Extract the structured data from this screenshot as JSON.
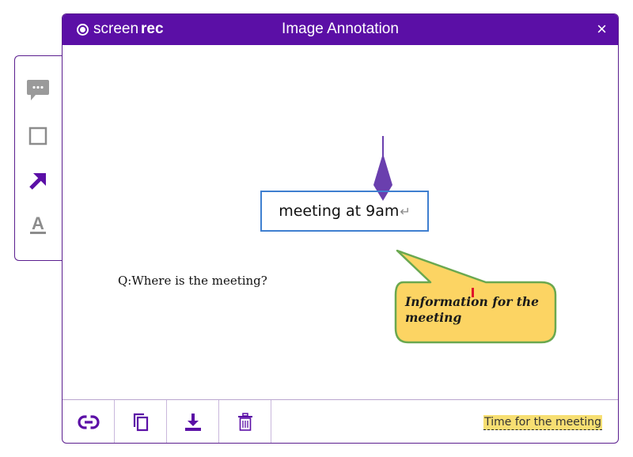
{
  "window": {
    "title": "Image Annotation",
    "brand_light": "screen",
    "brand_bold": "rec",
    "close_label": "×"
  },
  "tools": [
    {
      "name": "comment-tool",
      "icon": "speech-bubble-icon"
    },
    {
      "name": "rectangle-tool",
      "icon": "square-icon"
    },
    {
      "name": "arrow-tool",
      "icon": "arrow-up-right-icon"
    },
    {
      "name": "text-tool",
      "icon": "text-a-icon"
    }
  ],
  "canvas": {
    "boxed_text": "meeting at 9am",
    "return_symbol": "↵",
    "question": "Q:Where is the meeting?",
    "callout": "Information for the meeting"
  },
  "footer": {
    "buttons": [
      "link-icon",
      "copy-icon",
      "download-icon",
      "trash-icon"
    ],
    "caption": "Time for the meeting"
  },
  "colors": {
    "brand_purple": "#5b0fa6",
    "arrow_purple": "#6a3fae",
    "box_blue": "#3f7fd0",
    "callout_fill": "#fcd463",
    "callout_border": "#6aa84f",
    "highlight": "#f7df72"
  }
}
